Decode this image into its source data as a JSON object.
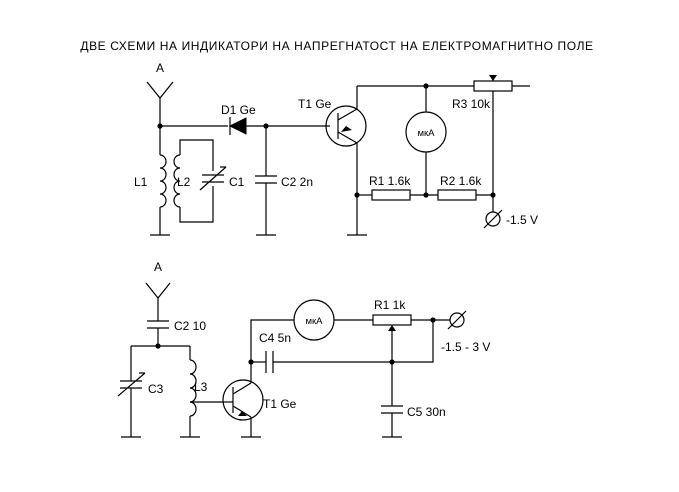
{
  "title": "ДВЕ СХЕМИ НА ИНДИКАТОРИ НА НАПРЕГНАТОСТ НА ЕЛЕКТРОМАГНИТНО ПОЛЕ",
  "circuit1": {
    "antenna": "A",
    "diode": "D1 Ge",
    "transistor": "T1 Ge",
    "pot": "R3 10k",
    "meter": "мкА",
    "coil1": "L1",
    "coil2": "L2",
    "cap1": "C1",
    "cap2": "C2 2n",
    "r1": "R1 1.6k",
    "r2": "R2 1.6k",
    "supply": "-1.5 V"
  },
  "circuit2": {
    "antenna": "A",
    "cap2": "C2 10",
    "meter": "мкА",
    "r1": "R1 1k",
    "cap4": "C4 5n",
    "supply": "-1.5 - 3 V",
    "cap3": "C3",
    "coil3": "L3",
    "transistor": "T1 Ge",
    "cap5": "C5 30n"
  }
}
